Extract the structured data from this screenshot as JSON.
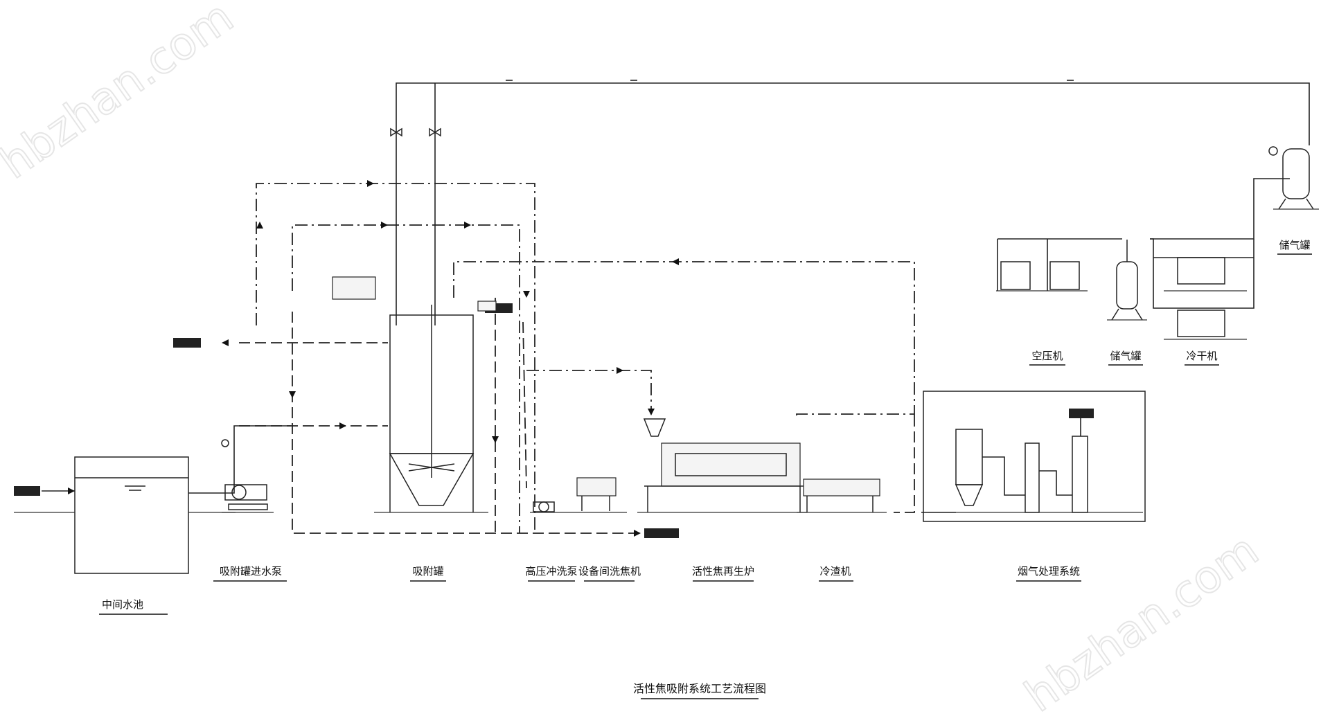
{
  "watermarks": [
    "hbzhan.com",
    "hbzhan.com"
  ],
  "labels": {
    "intermediate_pool": "中间水池",
    "inlet_pump": "吸附罐进水泵",
    "adsorption_tank": "吸附罐",
    "hp_pump": "高压冲洗泵",
    "coke_washer": "设备间洗焦机",
    "regen_furnace": "活性焦再生炉",
    "slag_cooler": "冷渣机",
    "flue_gas": "烟气处理系统",
    "air_compressor": "空压机",
    "gas_tank_small": "储气罐",
    "dryer": "冷干机",
    "gas_tank_top": "储气罐"
  },
  "title": "活性焦吸附系统工艺流程图"
}
